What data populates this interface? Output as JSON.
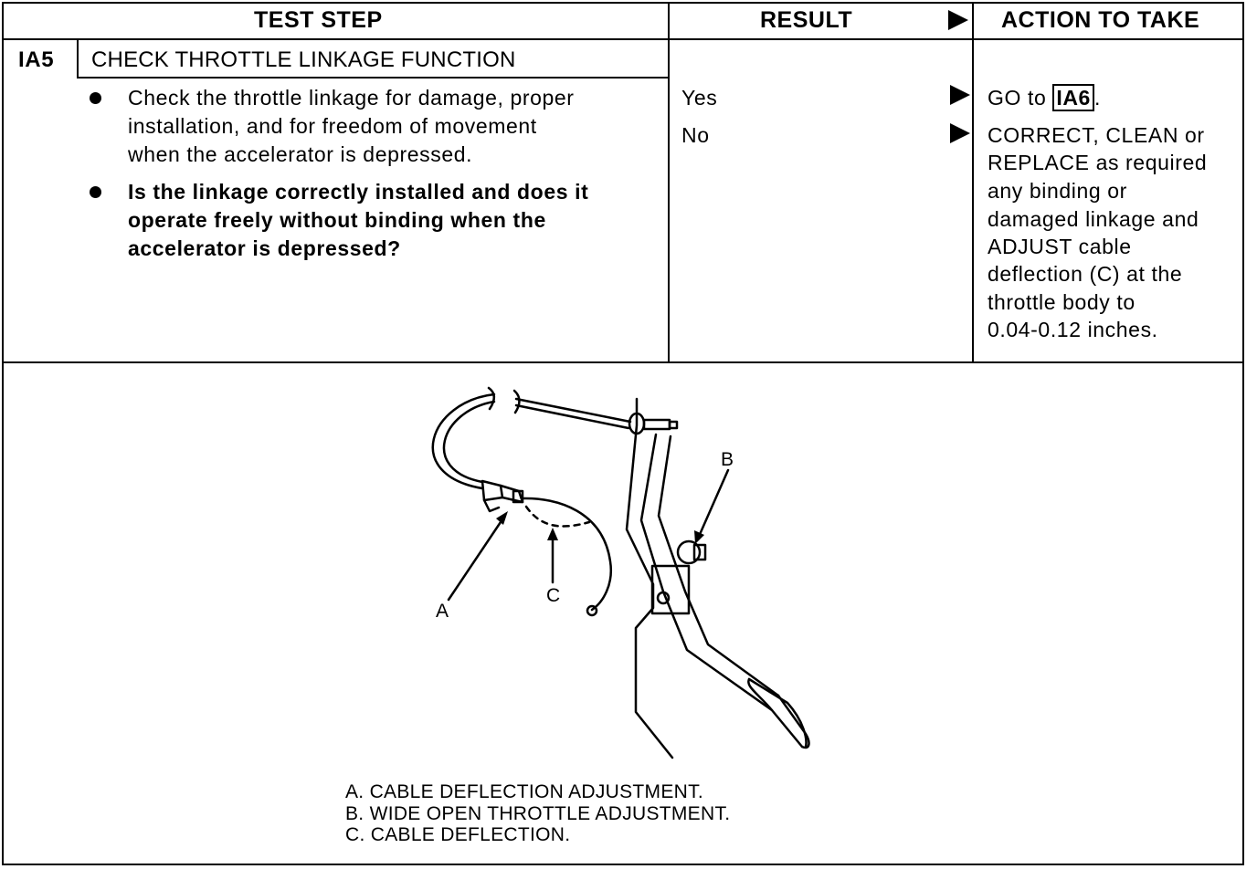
{
  "header": {
    "test_step": "TEST STEP",
    "result": "RESULT",
    "action": "ACTION TO TAKE"
  },
  "step": {
    "id": "IA5",
    "title": "CHECK THROTTLE LINKAGE FUNCTION",
    "bullet1": [
      "Check the throttle linkage for damage, proper",
      "installation, and for freedom of movement",
      "when the accelerator is depressed."
    ],
    "bullet2": [
      "Is the linkage correctly installed and does it",
      "operate freely without binding when the",
      "accelerator is depressed?"
    ]
  },
  "results": {
    "yes": "Yes",
    "no": "No"
  },
  "actions": {
    "yes_prefix": "GO to ",
    "yes_ref": "IA6",
    "yes_suffix": ".",
    "no_lines": [
      "CORRECT, CLEAN or",
      "REPLACE as required",
      "any binding or",
      "damaged linkage and",
      "ADJUST cable",
      "deflection (C) at the",
      "throttle body to",
      "0.04-0.12 inches."
    ]
  },
  "figure": {
    "label_a": "A",
    "label_b": "B",
    "label_c": "C",
    "captions": [
      "A.  CABLE DEFLECTION ADJUSTMENT.",
      "B. WIDE OPEN THROTTLE ADJUSTMENT.",
      "C. CABLE DEFLECTION."
    ]
  }
}
